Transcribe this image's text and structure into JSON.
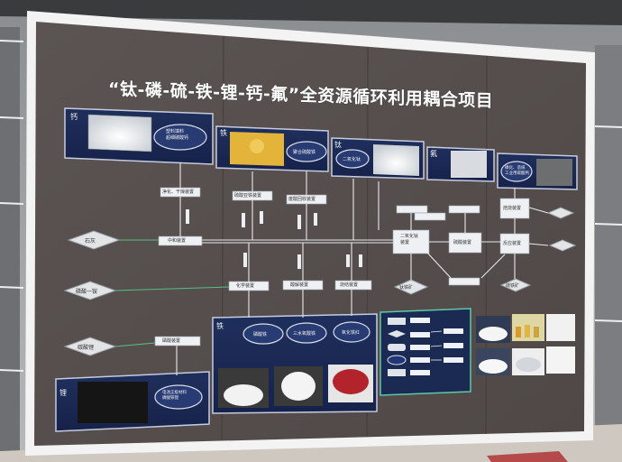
{
  "board": {
    "title": "“钛-磷-硫-铁-锂-钙-氟”全资源循环利用耦合项目"
  },
  "panels": {
    "calcium": {
      "tag": "钙",
      "product": "塑料填料\n超细碳酸钙"
    },
    "iron_top": {
      "tag": "铁",
      "product": "聚合硫酸铁"
    },
    "titanium": {
      "tag": "钛",
      "product": "二氧化钛"
    },
    "fluorine": {
      "tag": "氟"
    },
    "right_top": {
      "product": "磷化、造纸\n工业用碳酸钙"
    },
    "iron_bottom": {
      "tag": "铁",
      "products": [
        "磷酸铁",
        "三水氧酸铁",
        "氧化铁红"
      ]
    },
    "lithium": {
      "tag": "锂",
      "product": "电池正极材料\n磷酸铁锂"
    }
  },
  "inputs": {
    "limestone": "石灰",
    "phosphate": "磷酸一铵",
    "lithium_carbonate": "碳酸锂"
  },
  "process_boxes": {
    "purify": "净化、干燥装置",
    "neutralize": "中和装置",
    "sulfate_iron": "硫酸亚铁装置",
    "acid_recovery": "废酸回收装置",
    "chemical": "化学装置",
    "acid_digest": "酸解装置",
    "titanium_device": "二氧化钛\n装置",
    "sulfuric": "硫酸装置",
    "iron_phosphate": "磷酸装置",
    "reaction_a": "反应装置",
    "reaction_b": "反应装置",
    "sintering": "烧结装置",
    "calcination": "焙烧装置",
    "titanium_ore": "钛铁矿",
    "sulfur_ore": "硫铁矿"
  },
  "legend": {
    "items": [
      "",
      "",
      "",
      "",
      ""
    ]
  }
}
